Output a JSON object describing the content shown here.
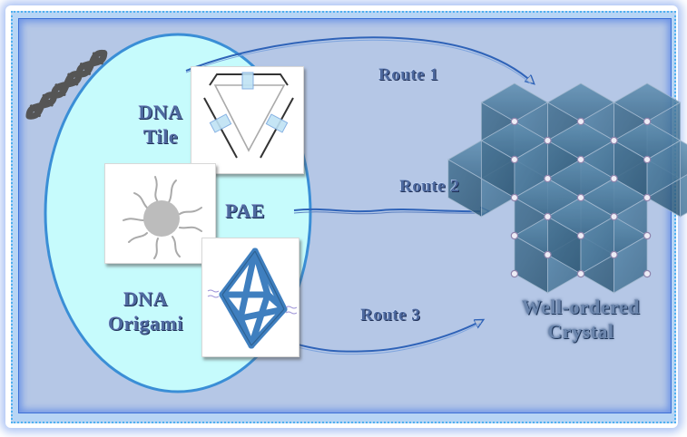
{
  "diagram": {
    "title": "Routes to well-ordered DNA-programmed crystals",
    "icons": {
      "dna": "dna-double-helix-icon",
      "tile": "dna-tile-triangle-icon",
      "pae": "programmable-atom-equivalent-icon",
      "origami": "dna-origami-octahedron-icon",
      "crystal": "cubic-crystal-lattice-icon"
    },
    "sources": [
      {
        "id": "tile",
        "label_line1": "DNA",
        "label_line2": "Tile"
      },
      {
        "id": "pae",
        "label": "PAE"
      },
      {
        "id": "origami",
        "label_line1": "DNA",
        "label_line2": "Origami"
      }
    ],
    "routes": [
      {
        "label": "Route 1",
        "from": "DNA Tile"
      },
      {
        "label": "Route 2",
        "from": "PAE"
      },
      {
        "label": "Route 3",
        "from": "DNA Origami"
      }
    ],
    "target": {
      "line1": "Well-ordered",
      "line2": "Crystal"
    },
    "colors": {
      "background": "#b5c7e6",
      "circle_fill": "#c6fbfc",
      "circle_stroke": "#3a8ed6",
      "arrow": "#2f63b8",
      "crystal": "#3f7396",
      "text": "#4e6aa0"
    }
  }
}
